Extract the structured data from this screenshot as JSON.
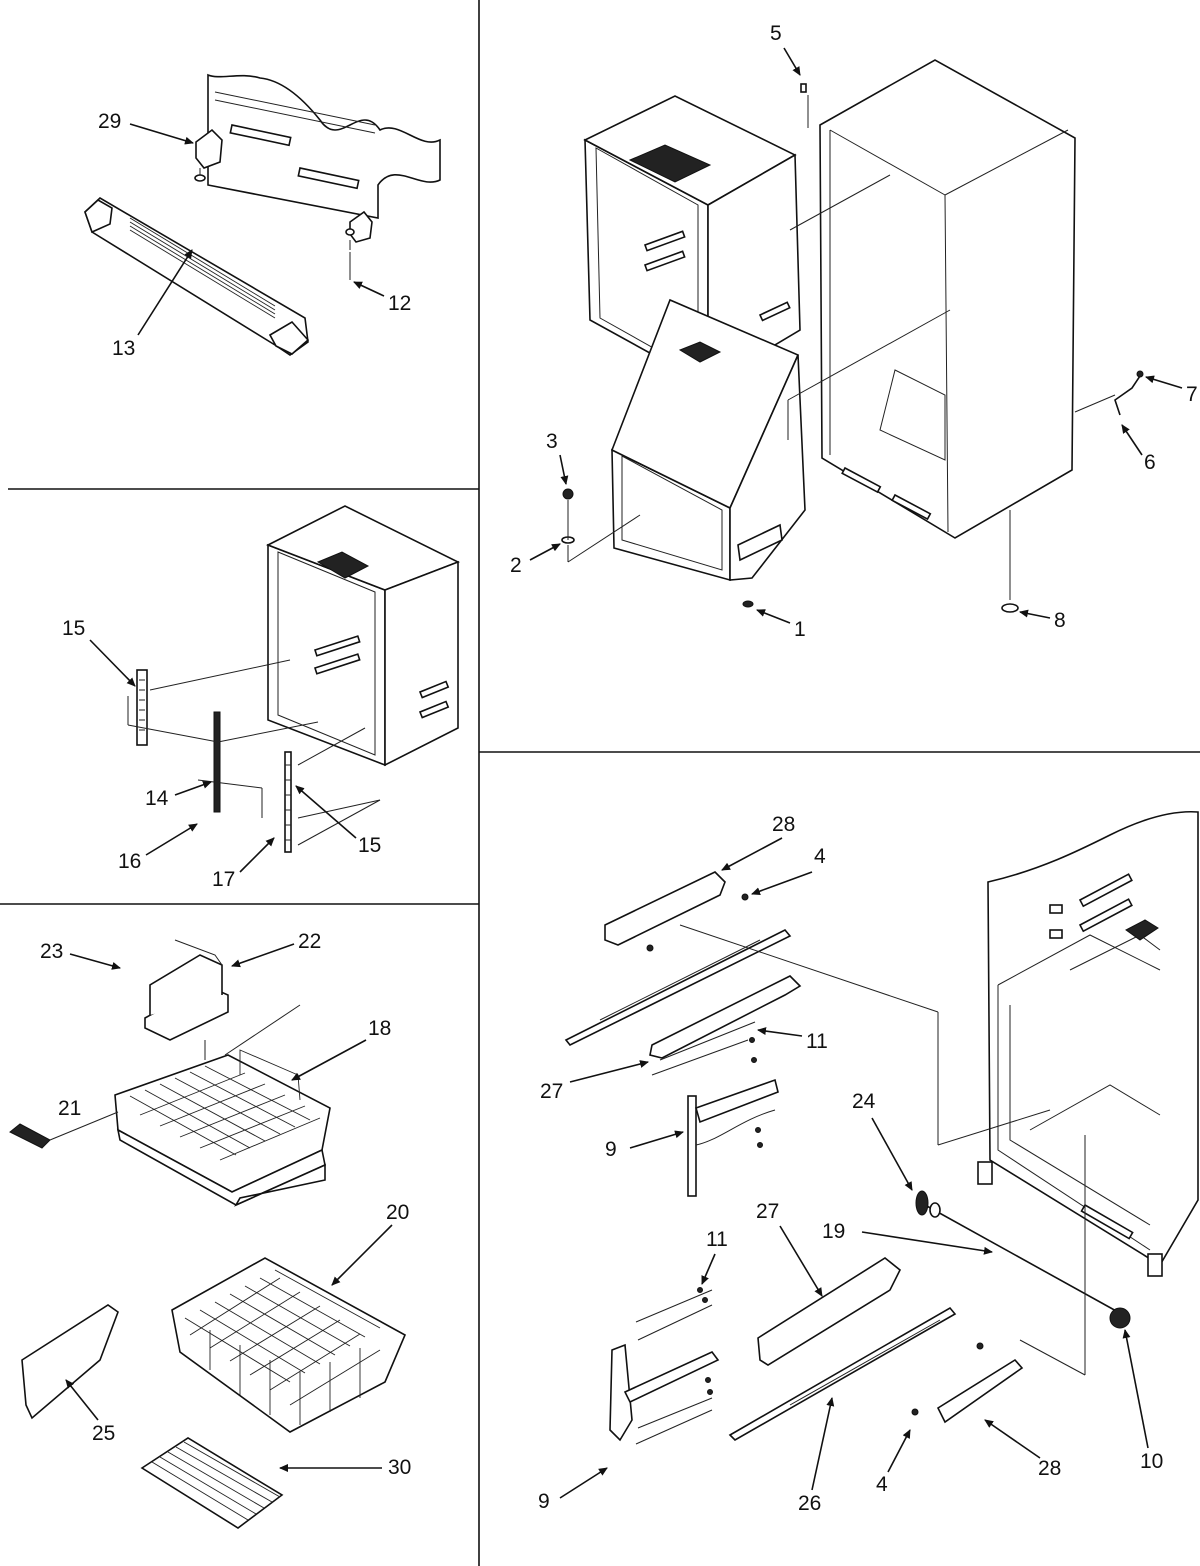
{
  "labels": {
    "l1": "1",
    "l2": "2",
    "l3": "3",
    "l4a": "4",
    "l4b": "4",
    "l5": "5",
    "l6": "6",
    "l7": "7",
    "l8": "8",
    "l9a": "9",
    "l9b": "9",
    "l10": "10",
    "l11a": "11",
    "l11b": "11",
    "l12": "12",
    "l13": "13",
    "l14": "14",
    "l15a": "15",
    "l15b": "15",
    "l16": "16",
    "l17": "17",
    "l18": "18",
    "l19": "19",
    "l20": "20",
    "l21": "21",
    "l22": "22",
    "l23": "23",
    "l24": "24",
    "l25": "25",
    "l26": "26",
    "l27a": "27",
    "l27b": "27",
    "l28a": "28",
    "l28b": "28",
    "l29": "29",
    "l30": "30"
  }
}
